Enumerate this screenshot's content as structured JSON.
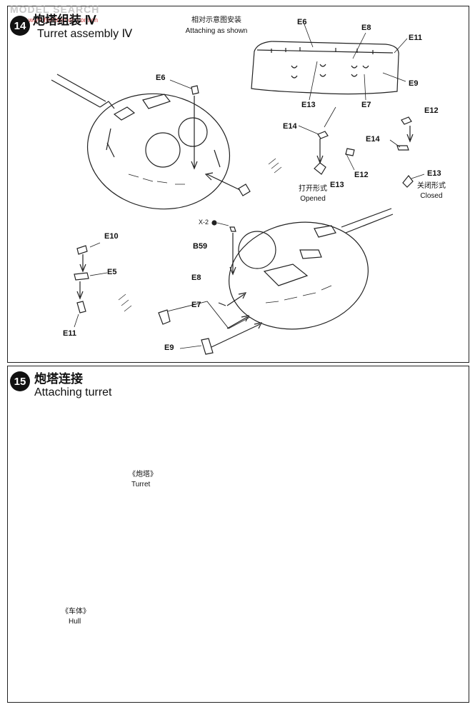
{
  "watermark": {
    "brand": "MODEL SEARCH",
    "site": "www.hobbyshop.com.cn"
  },
  "step14": {
    "number": "14",
    "title_zh": "炮塔组装 Ⅳ",
    "title_en": "Turret assembly Ⅳ",
    "note_zh": "相对示意图安装",
    "note_en": "Attaching as shown",
    "open_zh": "打开形式",
    "open_en": "Opened",
    "closed_zh": "关闭形式",
    "closed_en": "Closed",
    "parts": {
      "e6a": "E6",
      "e8a": "E8",
      "e11a": "E11",
      "e9a": "E9",
      "e13a": "E13",
      "e7a": "E7",
      "e6b": "E6",
      "e14a": "E14",
      "e13b": "E13",
      "e12a": "E12",
      "e12b": "E12",
      "e14b": "E14",
      "e13c": "E13",
      "x2": "X-2",
      "b59": "B59",
      "e10": "E10",
      "e5": "E5",
      "e11b": "E11",
      "e8b": "E8",
      "e7b": "E7",
      "e9b": "E9"
    }
  },
  "step15": {
    "number": "15",
    "title_zh": "炮塔连接",
    "title_en": "Attaching turret",
    "turret_zh": "《炮塔》",
    "turret_en": "Turret",
    "hull_zh": "《车体》",
    "hull_en": "Hull"
  }
}
